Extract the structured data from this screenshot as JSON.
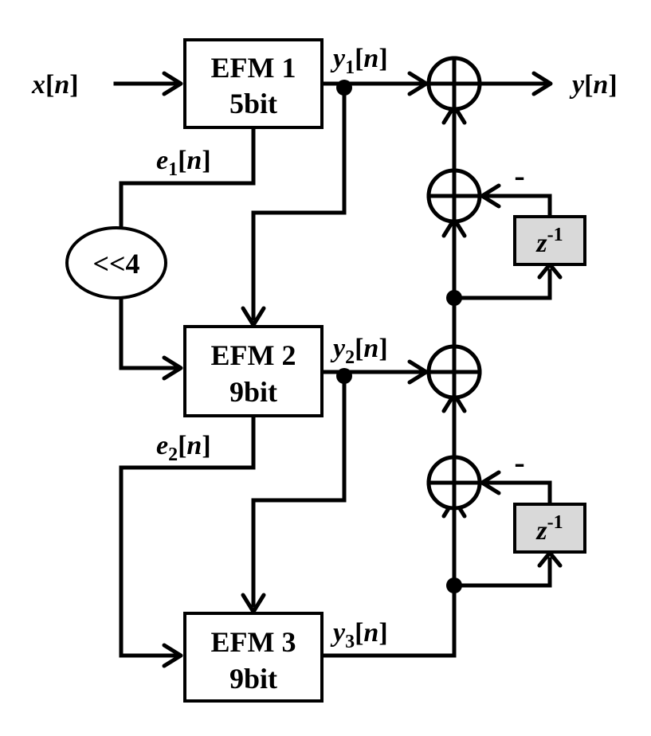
{
  "blocks": [
    {
      "id": "efm1",
      "line1": "EFM 1",
      "line2": "5bit"
    },
    {
      "id": "efm2",
      "line1": "EFM 2",
      "line2": "9bit"
    },
    {
      "id": "efm3",
      "line1": "EFM 3",
      "line2": "9bit"
    }
  ],
  "shift": {
    "label": "<<4"
  },
  "delays": [
    {
      "base": "z",
      "exp": "-1"
    },
    {
      "base": "z",
      "exp": "-1"
    }
  ],
  "signals": {
    "input": {
      "base": "x",
      "open": "[",
      "idx": "n",
      "close": "]"
    },
    "output": {
      "base": "y",
      "open": "[",
      "idx": "n",
      "close": "]"
    },
    "y1": {
      "base": "y",
      "sub": "1",
      "open": "[",
      "idx": "n",
      "close": "]"
    },
    "y2": {
      "base": "y",
      "sub": "2",
      "open": "[",
      "idx": "n",
      "close": "]"
    },
    "y3": {
      "base": "y",
      "sub": "3",
      "open": "[",
      "idx": "n",
      "close": "]"
    },
    "e1": {
      "base": "e",
      "sub": "1",
      "open": "[",
      "idx": "n",
      "close": "]"
    },
    "e2": {
      "base": "e",
      "sub": "2",
      "open": "[",
      "idx": "n",
      "close": "]"
    }
  },
  "minus_signs": [
    "-",
    "-"
  ]
}
